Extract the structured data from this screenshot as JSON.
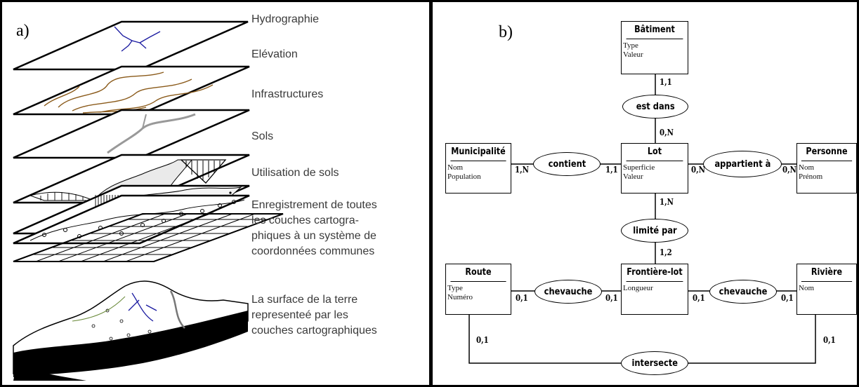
{
  "panel_a": {
    "letter": "a)",
    "layers": [
      {
        "name": "hydrographie",
        "label": "Hydrographie"
      },
      {
        "name": "elevation",
        "label": "Elévation"
      },
      {
        "name": "infrastructures",
        "label": "Infrastructures"
      },
      {
        "name": "sols",
        "label": "Sols"
      },
      {
        "name": "utilisation",
        "label": "Utilisation de sols"
      },
      {
        "name": "enregistrement",
        "label": "Enregistrement de toutes\nles couches cartogra-\nphiques à un système de\ncoordonnées communes"
      },
      {
        "name": "surface",
        "label": "La surface de la terre\nrepresenteé par les\ncouches cartographiques"
      }
    ]
  },
  "panel_b": {
    "letter": "b)",
    "entities": {
      "batiment": {
        "name": "Bâtiment",
        "attrs": "Type\nValeur"
      },
      "municipalite": {
        "name": "Municipalité",
        "attrs": "Nom\nPopulation"
      },
      "lot": {
        "name": "Lot",
        "attrs": "Superficie\nValeur"
      },
      "personne": {
        "name": "Personne",
        "attrs": "Nom\nPrénom"
      },
      "route": {
        "name": "Route",
        "attrs": "Type\nNuméro"
      },
      "frontiere": {
        "name": "Frontière-lot",
        "attrs": "Longueur"
      },
      "riviere": {
        "name": "Rivière",
        "attrs": "Nom"
      }
    },
    "relations": {
      "est_dans": "est dans",
      "contient": "contient",
      "appartient": "appartient à",
      "limite_par": "limité par",
      "chevauche_left": "chevauche",
      "chevauche_right": "chevauche",
      "intersecte": "intersecte"
    },
    "cardinalities": {
      "batiment_estdans": "1,1",
      "estdans_lot": "0,N",
      "municipalite_contient": "1,N",
      "contient_lot": "1,1",
      "lot_appartient": "0,N",
      "appartient_personne": "0,N",
      "lot_limite": "1,N",
      "limite_frontiere": "1,2",
      "route_chev": "0,1",
      "chev_frontiere": "0,1",
      "frontiere_chev": "0,1",
      "chev_riviere": "0,1",
      "route_intersecte": "0,1",
      "riviere_intersecte": "0,1"
    }
  }
}
